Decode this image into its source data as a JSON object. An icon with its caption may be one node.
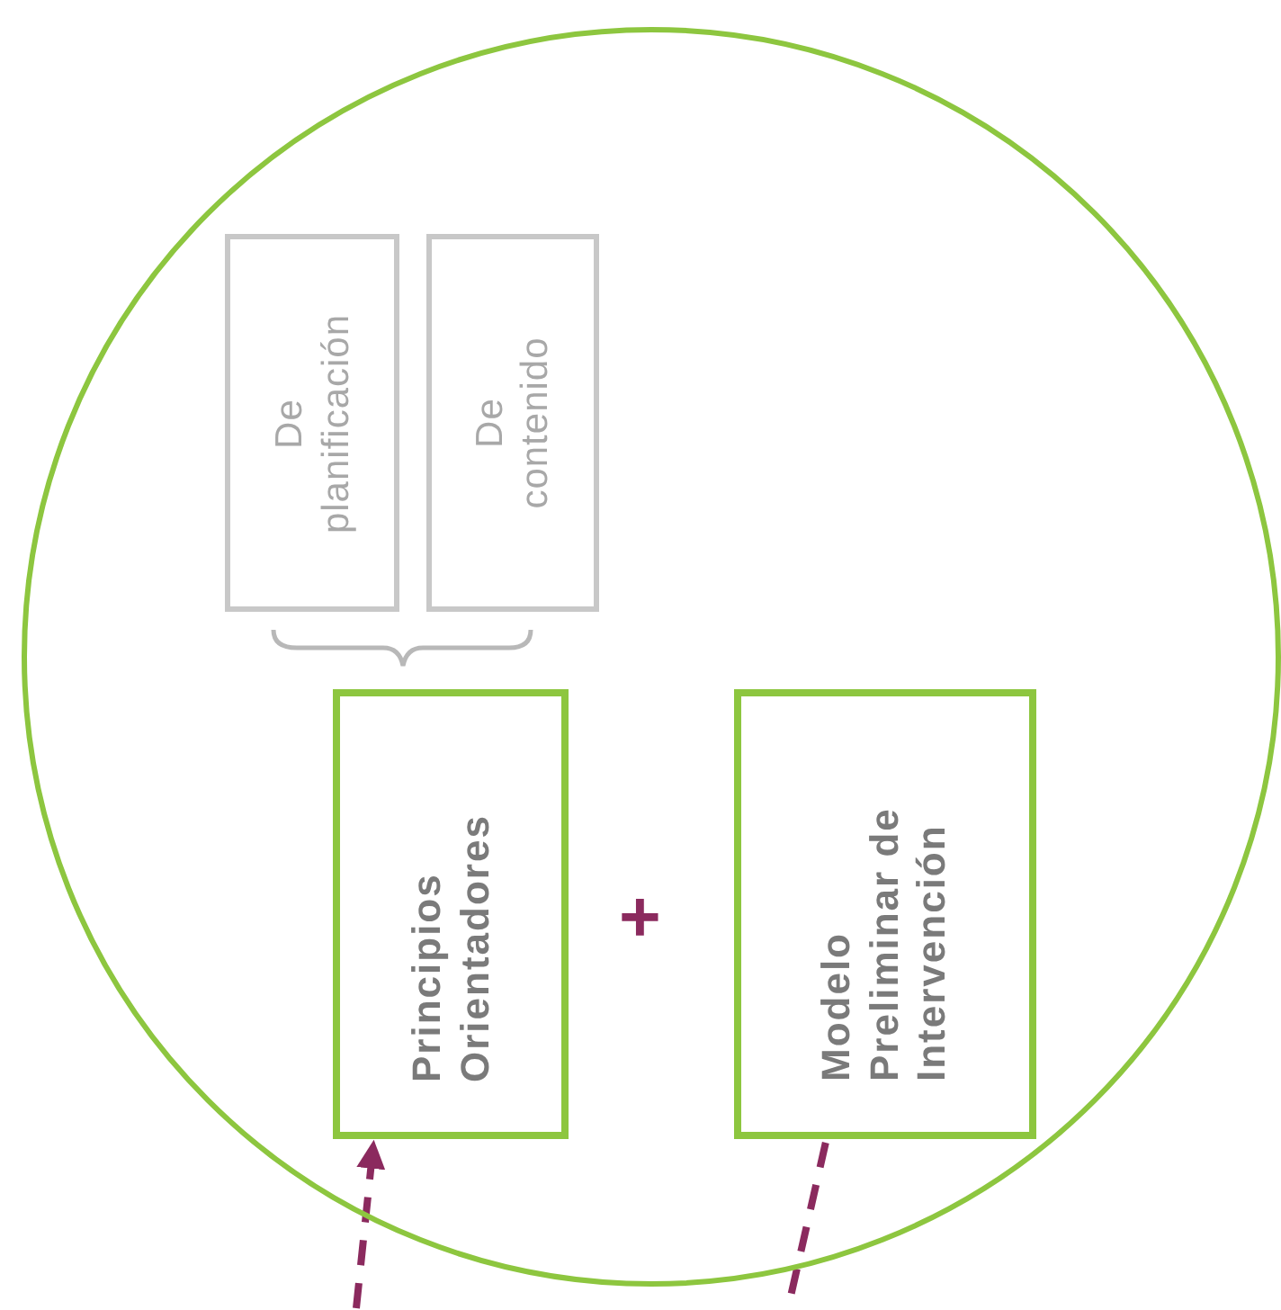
{
  "diagram": {
    "nodes": [
      {
        "text": [],
        "shape": "circle"
      },
      {
        "text": [
          "De planificación"
        ],
        "in": 0
      },
      {
        "text": [
          "De contenido"
        ],
        "in": 0
      },
      {
        "text": [
          "Principios Orientadores"
        ],
        "in": 0
      },
      {
        "text": [
          "Modelo Preliminar de Intervención"
        ],
        "in": 0
      }
    ],
    "edges": [
      {
        "from": null,
        "to": 3,
        "arrow": "to",
        "style": "dashed"
      },
      {
        "from": 4,
        "to": null,
        "arrow": "none",
        "style": "dashed"
      }
    ],
    "labels": [
      "+"
    ]
  }
}
